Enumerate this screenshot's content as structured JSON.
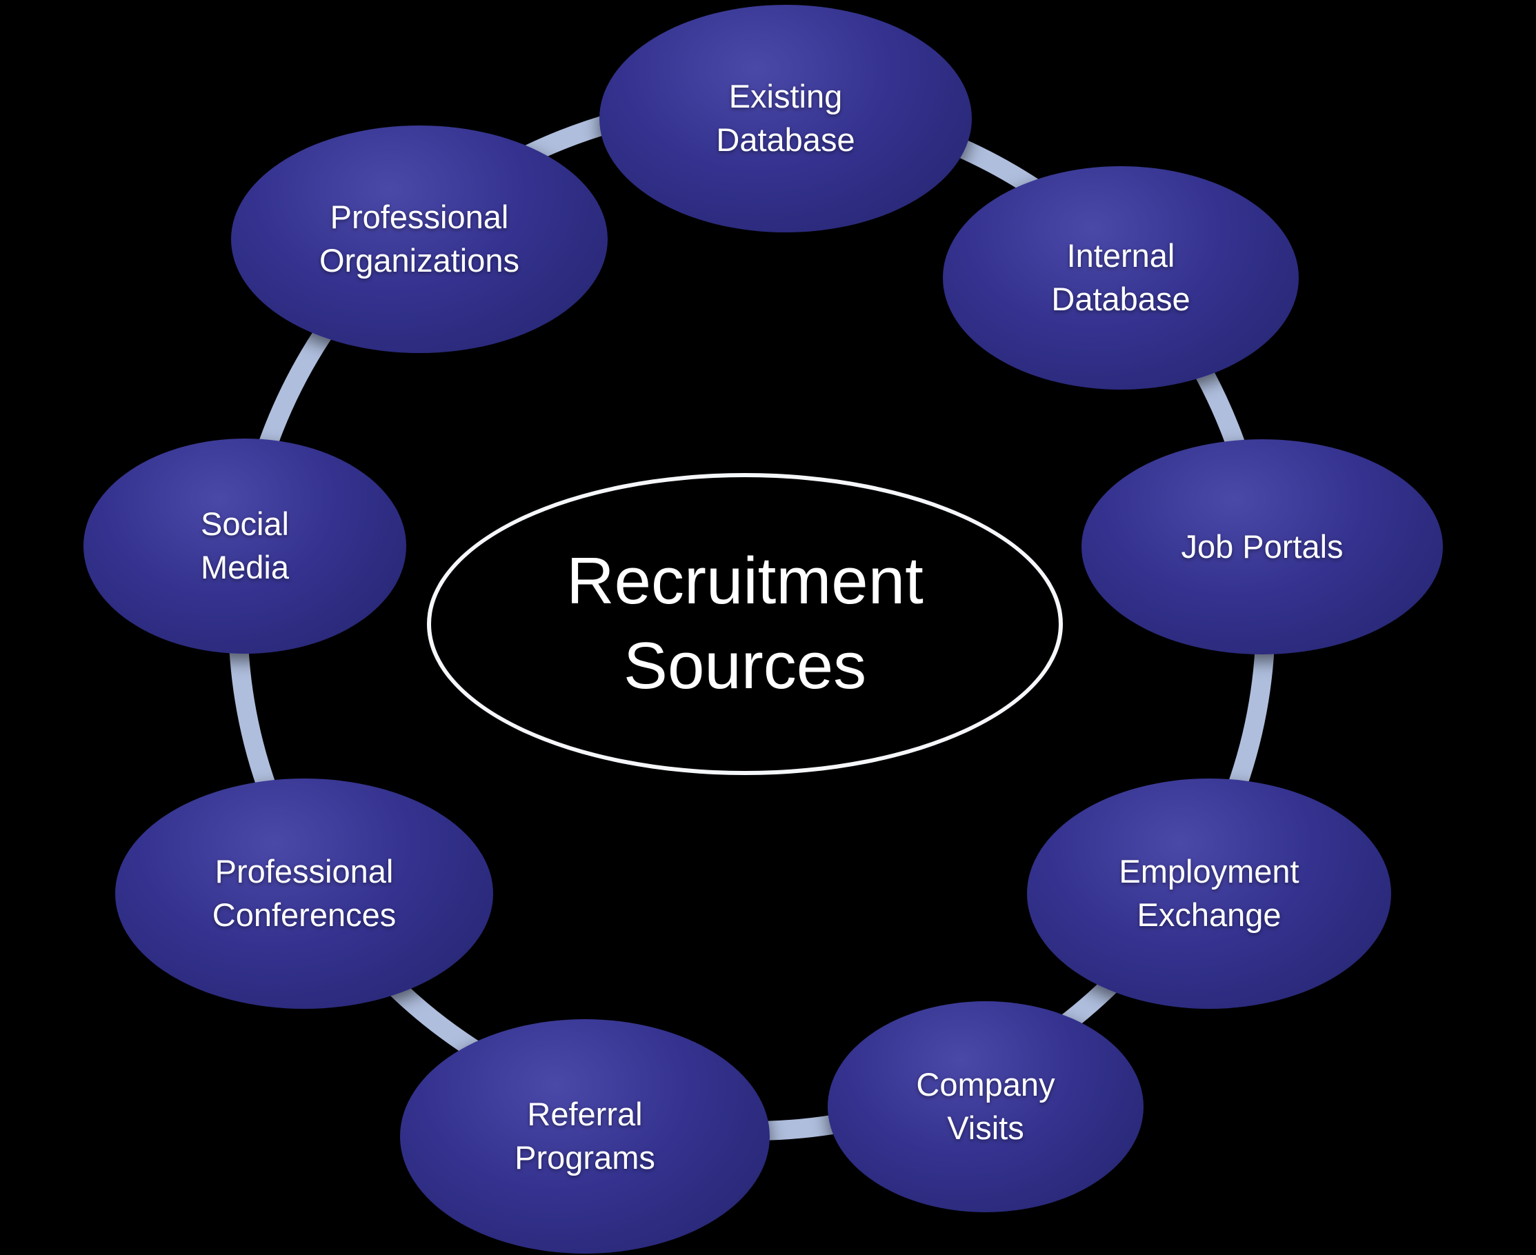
{
  "diagram": {
    "center": {
      "line1": "Recruitment",
      "line2": "Sources"
    },
    "nodes": [
      {
        "id": "existing-database",
        "line1": "Existing",
        "line2": "Database"
      },
      {
        "id": "internal-database",
        "line1": "Internal",
        "line2": "Database"
      },
      {
        "id": "job-portals",
        "line1": "Job Portals",
        "line2": ""
      },
      {
        "id": "employment-exchange",
        "line1": "Employment",
        "line2": "Exchange"
      },
      {
        "id": "company-visits",
        "line1": "Company",
        "line2": "Visits"
      },
      {
        "id": "referral-programs",
        "line1": "Referral",
        "line2": "Programs"
      },
      {
        "id": "professional-conferences",
        "line1": "Professional",
        "line2": "Conferences"
      },
      {
        "id": "social-media",
        "line1": "Social",
        "line2": "Media"
      },
      {
        "id": "professional-organizations",
        "line1": "Professional",
        "line2": "Organizations"
      }
    ],
    "colors": {
      "background": "#000000",
      "node_fill": "#2E2C82",
      "center_fill": "#7B93CD",
      "center_border": "#F5F7FB",
      "ring": "#AFBEDD",
      "text": "#FFFFFF"
    }
  }
}
